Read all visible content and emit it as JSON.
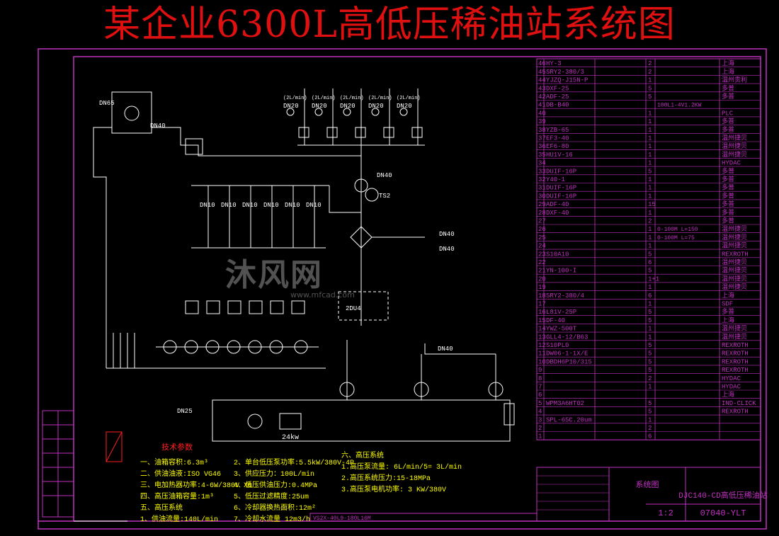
{
  "title": "某企业6300L高低压稀油站系统图",
  "colors": {
    "frame": "#c030c0",
    "pipe": "#ffffff",
    "text_yellow": "#ffff00",
    "text_green": "#40ff40",
    "text_cyan": "#40ffff",
    "title_red": "#e01010"
  },
  "diagram": {
    "dn_labels": [
      "DN65",
      "DN40",
      "DN20",
      "DN20",
      "DN20",
      "DN20",
      "DN20",
      "DN10",
      "DN10",
      "DN10",
      "DN10",
      "DN10",
      "DN10",
      "DN40",
      "DN40",
      "DN40",
      "DN40",
      "DN25",
      "TS2",
      "2DU4"
    ],
    "low_pressure_flow": [
      "(2L/min)",
      "(2L/min)",
      "(2L/min)",
      "(2L/min)",
      "(2L/min)"
    ],
    "tank_label": "24kw"
  },
  "parts_list": [
    {
      "no": "46",
      "code": "HY-3",
      "qty": "2",
      "mat": "",
      "note": "上海"
    },
    {
      "no": "45",
      "code": "SRY2-380/3",
      "qty": "2",
      "mat": "",
      "note": "上海"
    },
    {
      "no": "44",
      "code": "YJZQ-J15N-P",
      "qty": "1",
      "mat": "",
      "note": "温州贵利"
    },
    {
      "no": "43",
      "code": "DXF-25",
      "qty": "5",
      "mat": "",
      "note": "多普"
    },
    {
      "no": "42",
      "code": "ADF-25",
      "qty": "5",
      "mat": "",
      "note": "多普"
    },
    {
      "no": "41",
      "code": "DB-B40",
      "qty": "",
      "mat": "100L1-4V1.2KW",
      "note": ""
    },
    {
      "no": "40",
      "code": "",
      "qty": "1",
      "mat": "",
      "note": "PLC"
    },
    {
      "no": "39",
      "code": "",
      "qty": "1",
      "mat": "",
      "note": "多普"
    },
    {
      "no": "38",
      "code": "YZB-65",
      "qty": "1",
      "mat": "",
      "note": "多普"
    },
    {
      "no": "37",
      "code": "EF3-40",
      "qty": "1",
      "mat": "",
      "note": "温州捷贝"
    },
    {
      "no": "36",
      "code": "EF6-80",
      "qty": "1",
      "mat": "",
      "note": "温州捷贝"
    },
    {
      "no": "35",
      "code": "HU1V-16",
      "qty": "1",
      "mat": "",
      "note": "温州捷贝"
    },
    {
      "no": "34",
      "code": "",
      "qty": "1",
      "mat": "",
      "note": "HYDAC"
    },
    {
      "no": "33",
      "code": "DUIF-16P",
      "qty": "5",
      "mat": "",
      "note": "多普"
    },
    {
      "no": "32",
      "code": "Y40-1",
      "qty": "1",
      "mat": "",
      "note": "多普"
    },
    {
      "no": "31",
      "code": "DUIF-16P",
      "qty": "1",
      "mat": "",
      "note": "多普"
    },
    {
      "no": "30",
      "code": "DUIF-16P",
      "qty": "1",
      "mat": "",
      "note": "多普"
    },
    {
      "no": "29",
      "code": "ADF-40",
      "qty": "15",
      "mat": "",
      "note": "多普"
    },
    {
      "no": "28",
      "code": "DXF-40",
      "qty": "1",
      "mat": "",
      "note": "多普"
    },
    {
      "no": "27",
      "code": "",
      "qty": "2",
      "mat": "",
      "note": "多普"
    },
    {
      "no": "26",
      "code": "",
      "qty": "1",
      "mat": "0-100M L=150",
      "note": "温州捷贝"
    },
    {
      "no": "25",
      "code": "",
      "qty": "1",
      "mat": "0-100M L=75",
      "note": "温州捷贝"
    },
    {
      "no": "24",
      "code": "",
      "qty": "1",
      "mat": "",
      "note": "温州捷贝"
    },
    {
      "no": "23",
      "code": "S10A10",
      "qty": "5",
      "mat": "",
      "note": "REXROTH"
    },
    {
      "no": "22",
      "code": "",
      "qty": "6",
      "mat": "",
      "note": "温州捷贝"
    },
    {
      "no": "21",
      "code": "YN-100-I",
      "qty": "5",
      "mat": "",
      "note": "温州捷贝"
    },
    {
      "no": "20",
      "code": "",
      "qty": "1+1",
      "mat": "",
      "note": "温州捷贝"
    },
    {
      "no": "19",
      "code": "",
      "qty": "1",
      "mat": "",
      "note": "温州捷贝"
    },
    {
      "no": "18",
      "code": "SRY2-380/4",
      "qty": "6",
      "mat": "",
      "note": "上海"
    },
    {
      "no": "17",
      "code": "",
      "qty": "1",
      "mat": "",
      "note": "SDF"
    },
    {
      "no": "16",
      "code": "L81V-25P",
      "qty": "5",
      "mat": "",
      "note": "多普"
    },
    {
      "no": "15",
      "code": "DF-40",
      "qty": "5",
      "mat": "",
      "note": "上海"
    },
    {
      "no": "14",
      "code": "YWZ-500T",
      "qty": "1",
      "mat": "",
      "note": "温州捷贝"
    },
    {
      "no": "13",
      "code": "GLL4-12/B63",
      "qty": "1",
      "mat": "",
      "note": "温州捷贝"
    },
    {
      "no": "12",
      "code": "S10PL0",
      "qty": "5",
      "mat": "",
      "note": "REXROTH"
    },
    {
      "no": "11",
      "code": "DW06-1-1X/E",
      "qty": "5",
      "mat": "",
      "note": "REXROTH"
    },
    {
      "no": "10",
      "code": "DBDH6P10/315",
      "qty": "5",
      "mat": "",
      "note": "REXROTH"
    },
    {
      "no": "9",
      "code": "",
      "qty": "5",
      "mat": "",
      "note": "REXROTH"
    },
    {
      "no": "8",
      "code": "",
      "qty": "2",
      "mat": "",
      "note": "HYDAC"
    },
    {
      "no": "7",
      "code": "",
      "qty": "1",
      "mat": "",
      "note": "HYDAC"
    },
    {
      "no": "6",
      "code": "",
      "qty": "",
      "mat": "",
      "note": "上海"
    },
    {
      "no": "5",
      "code": "WPM3A6HT02",
      "qty": "5",
      "mat": "",
      "note": "IND-CLICK"
    },
    {
      "no": "4",
      "code": "",
      "qty": "5",
      "mat": "",
      "note": "REXROTH"
    },
    {
      "no": "3",
      "code": "SPL-65C.20um",
      "qty": "1",
      "mat": "",
      "note": ""
    },
    {
      "no": "2",
      "code": "",
      "qty": "2",
      "mat": "",
      "note": ""
    },
    {
      "no": "1",
      "code": "",
      "qty": "6",
      "mat": "",
      "note": ""
    }
  ],
  "title_block": {
    "drawing_name": "DJC140-CD高低压稀油站",
    "drawing_no": "07040-YLT",
    "scale": "1:2",
    "system_label": "系统图"
  },
  "tech_specs": {
    "heading": "技术参数",
    "col1": [
      "一、油箱容积:6.3m³",
      "二、供油油液:ISO VG46",
      "三、电加热器功率:4-6W/380V X6",
      "四、高压油箱容量:1m³",
      "五、高压系统",
      "1、供油流量:140L/min"
    ],
    "col2": [
      "2、单台低压泵功率:5.5kW/380V-4P",
      "3、供应压力：100L/min",
      "4、低压供油压力:0.4MPa",
      "5、低压过滤精度:25um",
      "6、冷却器换热面积:12m²",
      "7、冷却水流量 12m3/h"
    ],
    "col3_heading": "六、高压系统",
    "col3": [
      "1.高压泵流量: 6L/min/5= 3L/min",
      "2.高压系统压力:15-18MPa",
      "3.高压泵电机功率: 3 KW/380V"
    ],
    "bottom_strip": "VS2X-40L9-180L16M"
  },
  "watermark": {
    "main": "沐风网",
    "sub": "www.mfcad.com"
  }
}
